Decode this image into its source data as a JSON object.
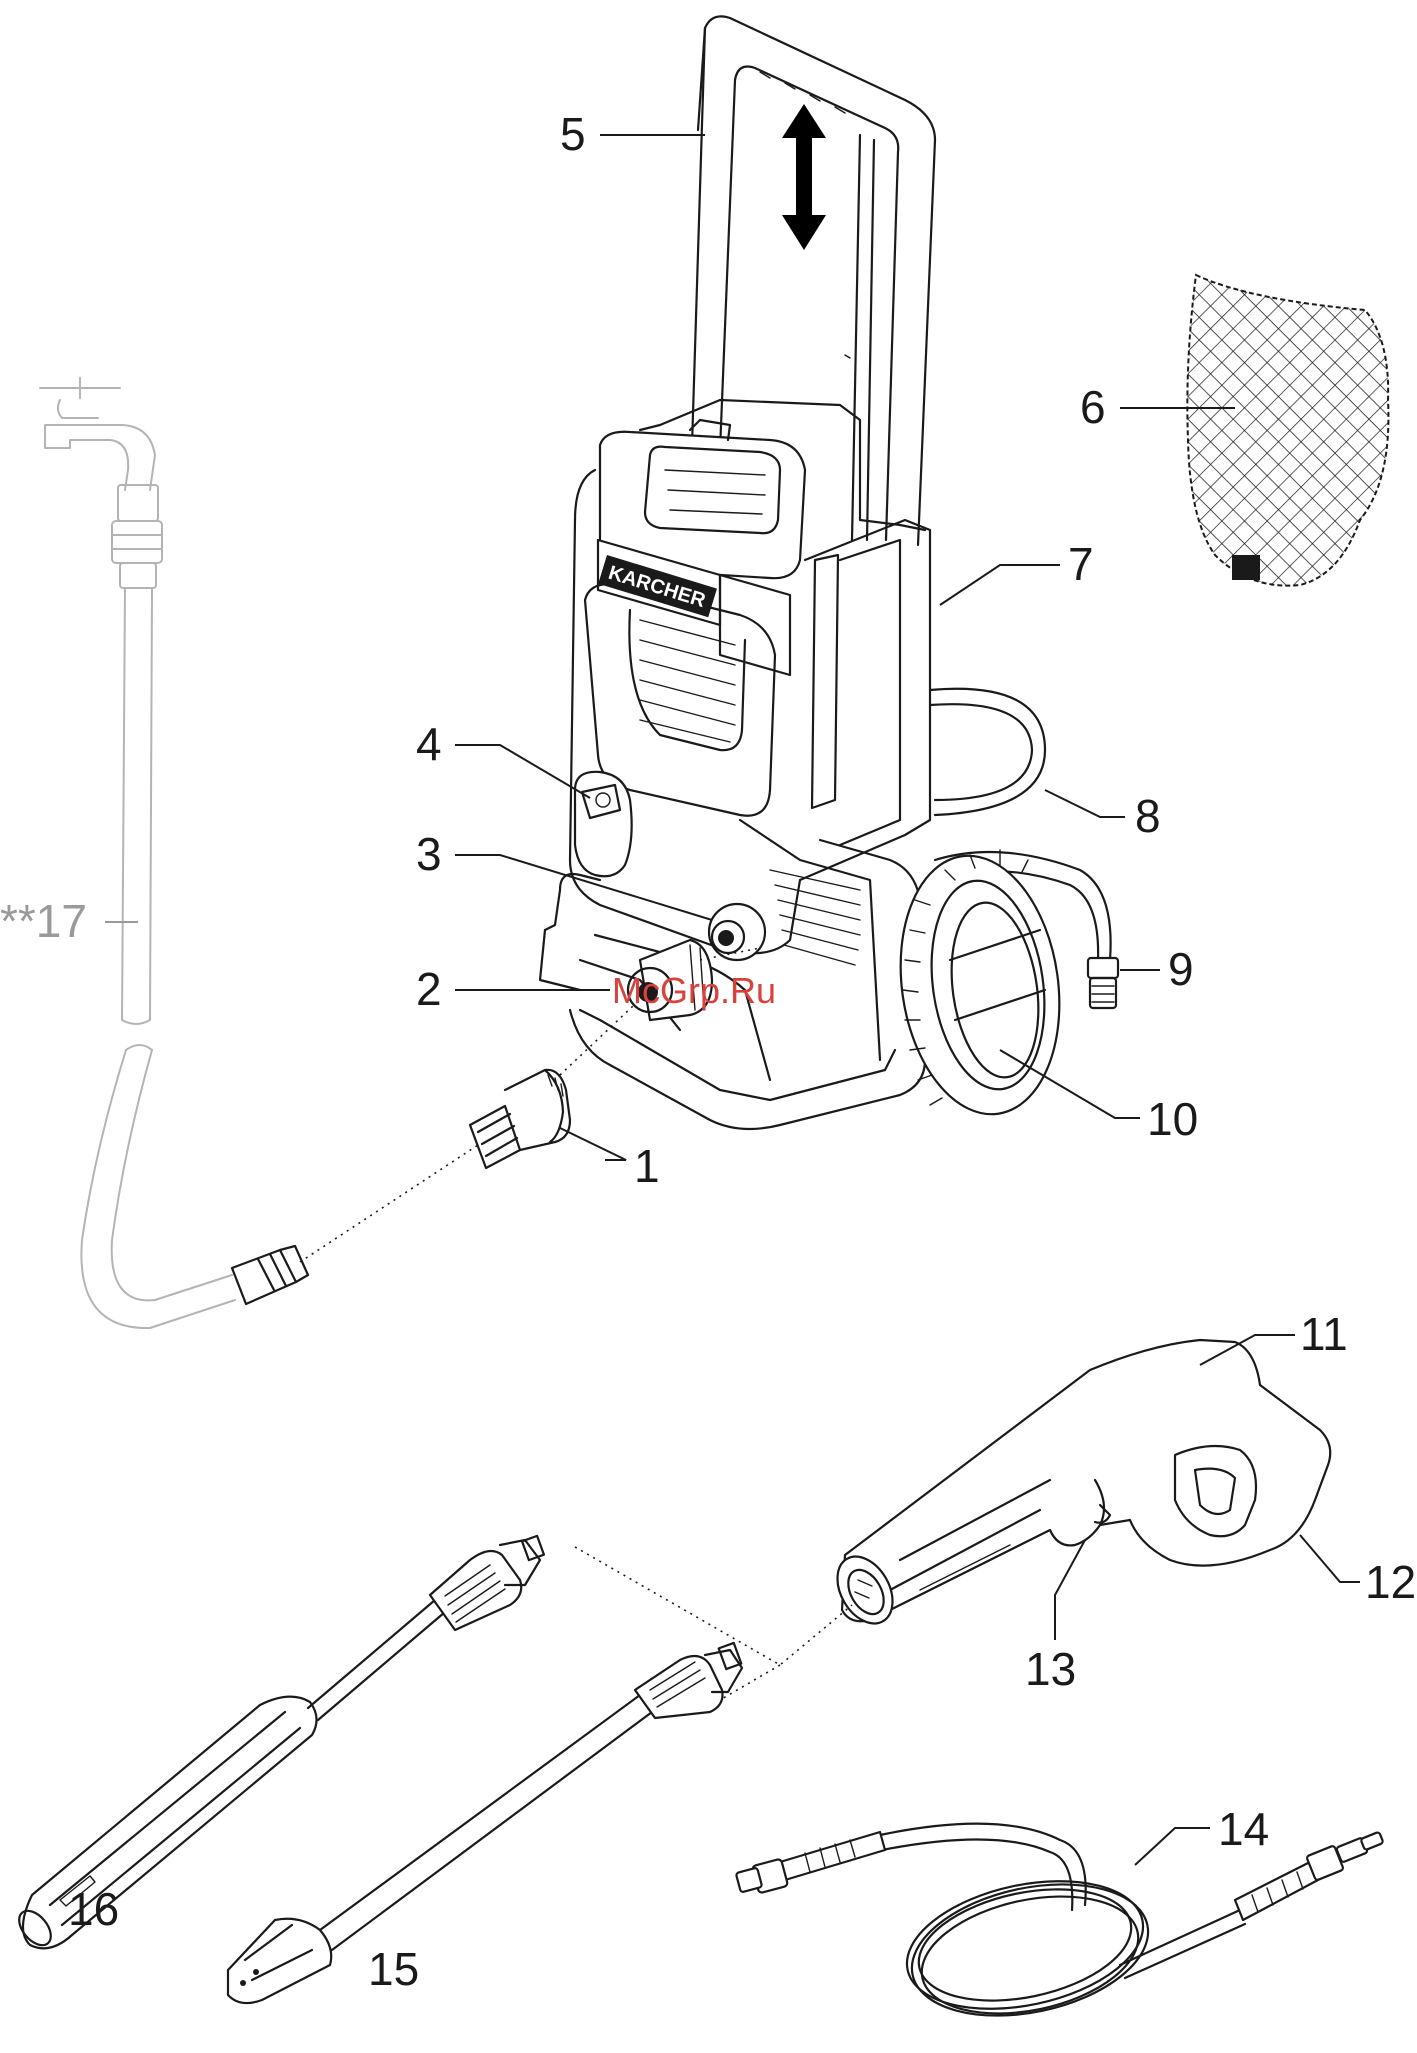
{
  "watermark": "McGrp.Ru",
  "logo_text": "KARCHER",
  "callouts": [
    {
      "id": "1",
      "label": "1"
    },
    {
      "id": "2",
      "label": "2"
    },
    {
      "id": "3",
      "label": "3"
    },
    {
      "id": "4",
      "label": "4"
    },
    {
      "id": "5",
      "label": "5"
    },
    {
      "id": "6",
      "label": "6"
    },
    {
      "id": "7",
      "label": "7"
    },
    {
      "id": "8",
      "label": "8"
    },
    {
      "id": "9",
      "label": "9"
    },
    {
      "id": "10",
      "label": "10"
    },
    {
      "id": "11",
      "label": "11"
    },
    {
      "id": "12",
      "label": "12"
    },
    {
      "id": "13",
      "label": "13"
    },
    {
      "id": "14",
      "label": "14"
    },
    {
      "id": "15",
      "label": "15"
    },
    {
      "id": "16",
      "label": "16"
    },
    {
      "id": "17",
      "label": "**17"
    }
  ]
}
